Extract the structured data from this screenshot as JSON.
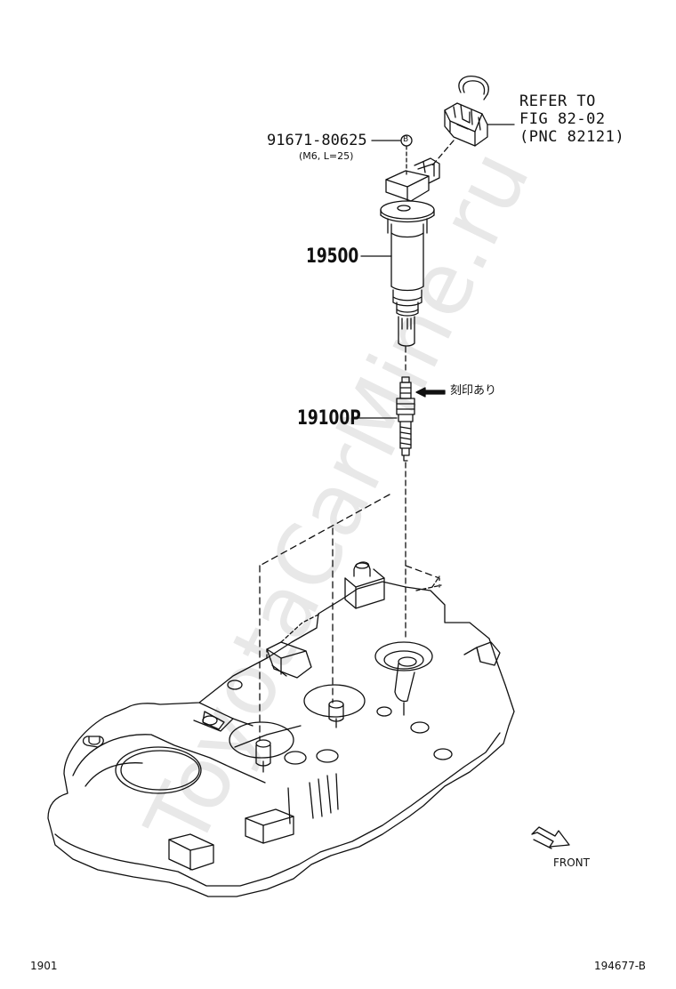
{
  "watermark": "ToyotaCarMine.ru",
  "callouts": {
    "bolt_part": "91671-80625",
    "bolt_spec": "(M6, L=25)",
    "bolt_marker": "B",
    "coil_part": "19500",
    "plug_part": "19100P",
    "plug_note": "刻印あり",
    "refer_line1": "REFER TO",
    "refer_line2": "FIG 82-02",
    "refer_line3": "(PNC 82121)",
    "front_label": "FRONT"
  },
  "footer": {
    "left": "1901",
    "right": "194677-B"
  },
  "icons": {
    "front_arrow": "front-direction-arrow-icon",
    "plug_pointer": "left-arrow-icon"
  },
  "colors": {
    "line": "#111111",
    "watermark": "#e8e8e8",
    "background": "#ffffff"
  }
}
